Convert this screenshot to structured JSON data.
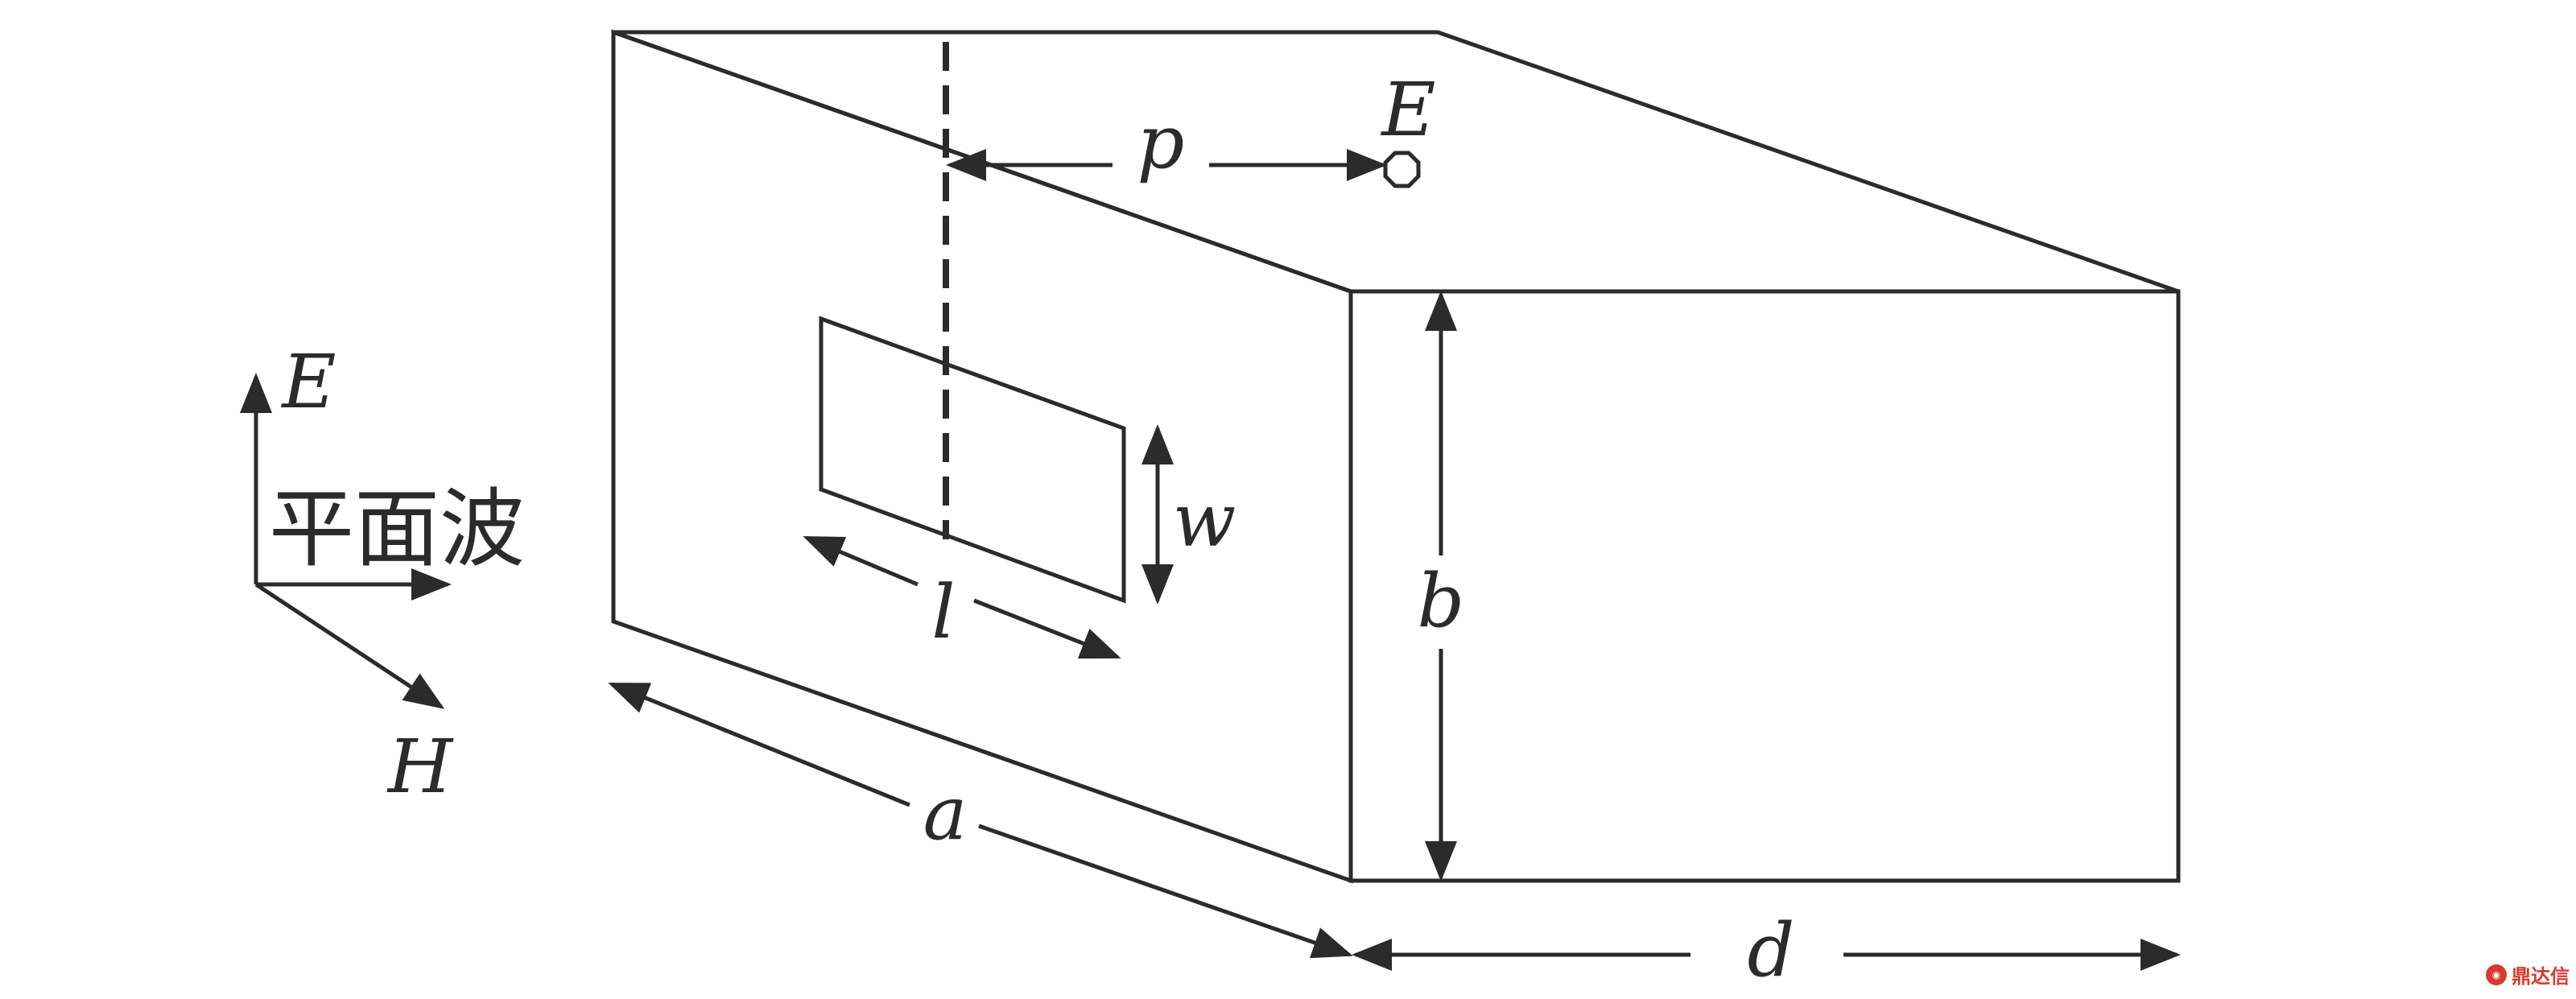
{
  "colors": {
    "stroke": "#2b2b2b",
    "background": "#ffffff",
    "watermark": "#d93a2f"
  },
  "labels": {
    "field_E_top": "E",
    "dim_p": "p",
    "wave_E": "E",
    "wave_name": "平面波",
    "wave_H": "H",
    "dim_w": "w",
    "dim_l": "l",
    "dim_b": "b",
    "dim_a": "a",
    "dim_d": "d"
  },
  "watermark": {
    "text": "鼎达信"
  },
  "icons": {
    "probe_point": "octagon-point-icon",
    "watermark_logo": "circle-logo-icon"
  }
}
